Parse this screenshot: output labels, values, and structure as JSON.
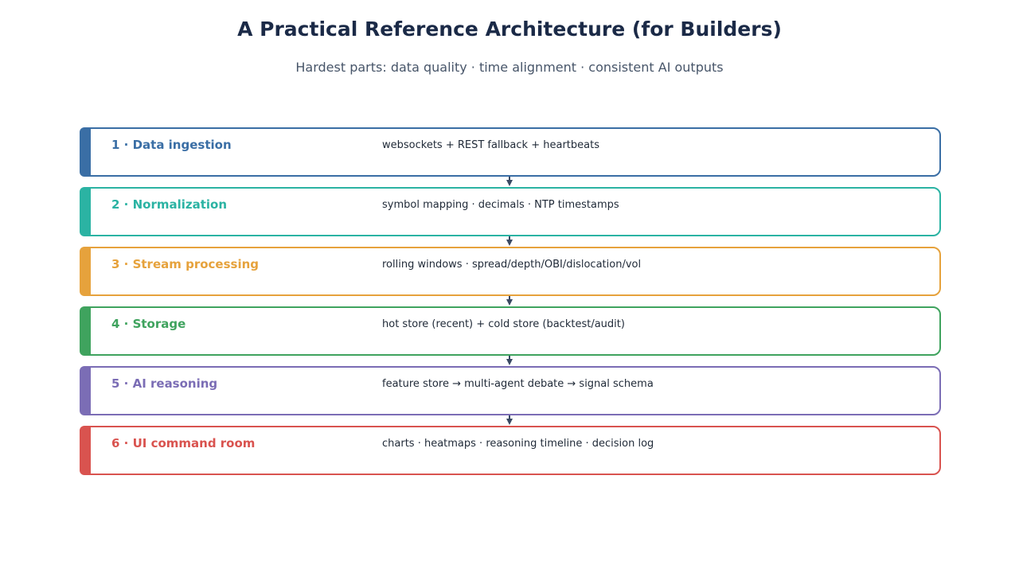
{
  "header": {
    "title": "A Practical Reference Architecture (for Builders)",
    "subtitle": "Hardest parts: data quality · time alignment · consistent AI outputs"
  },
  "stages": [
    {
      "label": "1 · Data ingestion",
      "description": "websockets + REST fallback + heartbeats",
      "color": "#3a6ea5"
    },
    {
      "label": "2 · Normalization",
      "description": "symbol mapping · decimals · NTP timestamps",
      "color": "#2bb3a3"
    },
    {
      "label": "3 · Stream processing",
      "description": "rolling windows · spread/depth/OBI/dislocation/vol",
      "color": "#e6a23c"
    },
    {
      "label": "4 · Storage",
      "description": "hot store (recent) + cold store (backtest/audit)",
      "color": "#3fa35e"
    },
    {
      "label": "5 · AI reasoning",
      "description": "feature store → multi-agent debate → signal schema",
      "color": "#7b6db5"
    },
    {
      "label": "6 · UI command room",
      "description": "charts · heatmaps · reasoning timeline · decision log",
      "color": "#d9534f"
    }
  ],
  "connector_color": "#3a4a64"
}
